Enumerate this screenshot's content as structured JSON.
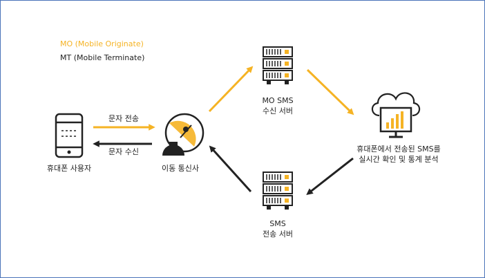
{
  "legend": {
    "mo": "MO (Mobile Originate)",
    "mt": "MT (Mobile Terminate)"
  },
  "nodes": {
    "phone": "휴대폰 사용자",
    "carrier": "이동 통신사",
    "mo_server_line1": "MO SMS",
    "mo_server_line2": "수신 서버",
    "sms_server_line1": "SMS",
    "sms_server_line2": "전송 서버",
    "monitor_line1": "휴대폰에서 전송된 SMS를",
    "monitor_line2": "실시간 확인 및 통계 분석"
  },
  "arrows": {
    "send": "문자 전송",
    "receive": "문자 수신"
  },
  "colors": {
    "mo": "#f5b324",
    "mt": "#222222",
    "border": "#4a73b8"
  }
}
